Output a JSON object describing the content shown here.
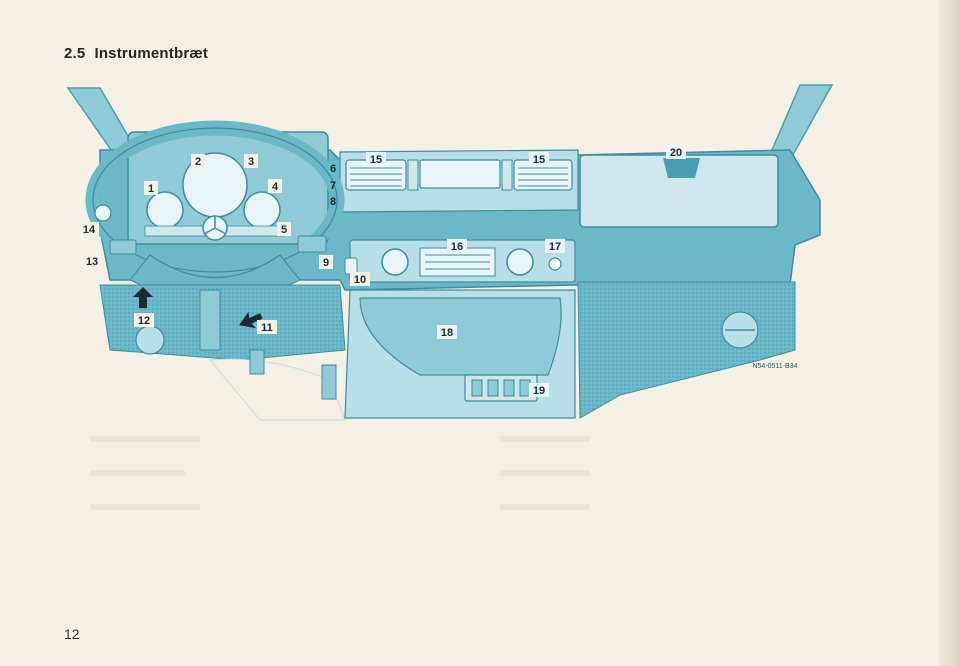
{
  "heading": {
    "number": "2.5",
    "title": "Instrumentbræt"
  },
  "figure": {
    "code": "N54-0511-B34",
    "callouts": [
      {
        "id": "c1",
        "text": "1"
      },
      {
        "id": "c2",
        "text": "2"
      },
      {
        "id": "c3",
        "text": "3"
      },
      {
        "id": "c4",
        "text": "4"
      },
      {
        "id": "c5",
        "text": "5"
      },
      {
        "id": "c6",
        "text": "6"
      },
      {
        "id": "c7",
        "text": "7"
      },
      {
        "id": "c8",
        "text": "8"
      },
      {
        "id": "c9",
        "text": "9"
      },
      {
        "id": "c10",
        "text": "10"
      },
      {
        "id": "c11",
        "text": "11"
      },
      {
        "id": "c12",
        "text": "12"
      },
      {
        "id": "c13",
        "text": "13"
      },
      {
        "id": "c14",
        "text": "14"
      },
      {
        "id": "c15a",
        "text": "15"
      },
      {
        "id": "c15b",
        "text": "15"
      },
      {
        "id": "c16",
        "text": "16"
      },
      {
        "id": "c17",
        "text": "17"
      },
      {
        "id": "c18",
        "text": "18"
      },
      {
        "id": "c19",
        "text": "19"
      },
      {
        "id": "c20",
        "text": "20"
      }
    ]
  },
  "page_number": "12",
  "colors": {
    "illustration": "#6bb8c8",
    "illustration_dark": "#4a9eb2",
    "illustration_light": "#cfe6ec",
    "paper": "#f5f0e6"
  }
}
